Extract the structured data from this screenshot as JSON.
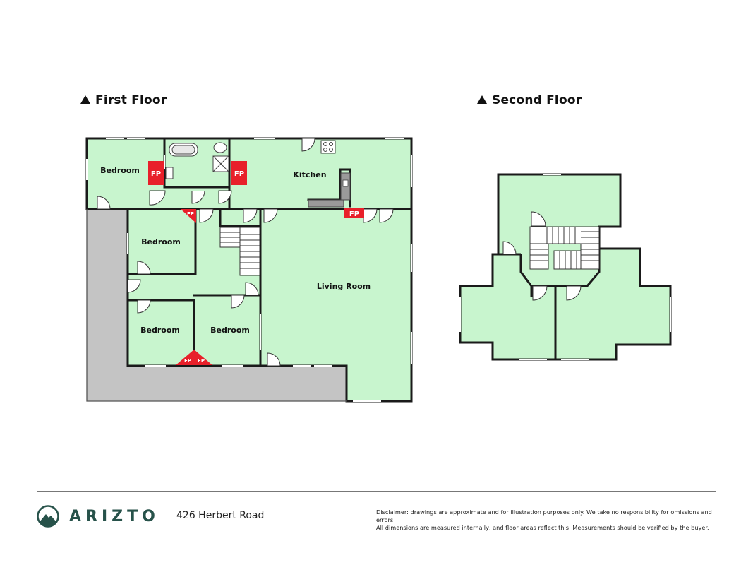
{
  "floors": {
    "first": {
      "title": "First Floor"
    },
    "second": {
      "title": "Second Floor"
    }
  },
  "rooms": {
    "bedroom_1": "Bedroom",
    "kitchen": "Kitchen",
    "bedroom_2": "Bedroom",
    "living_room": "Living Room",
    "bedroom_3": "Bedroom",
    "bedroom_4": "Bedroom"
  },
  "fireplace_label": "FP",
  "footer": {
    "brand": "ARIZTO",
    "address": "426 Herbert Road",
    "disclaimer_line1": "Disclaimer: drawings are approximate and for illustration purposes only. We take no responsibility for omissions and errors.",
    "disclaimer_line2": "All dimensions are measured internally, and floor areas reflect this. Measurements should be verified by the buyer."
  },
  "colors": {
    "room_fill": "#c8f5ce",
    "veranda_fill": "#c4c4c4",
    "fireplace": "#e8202a",
    "wall": "#1a1a1a",
    "brand": "#27524a"
  }
}
